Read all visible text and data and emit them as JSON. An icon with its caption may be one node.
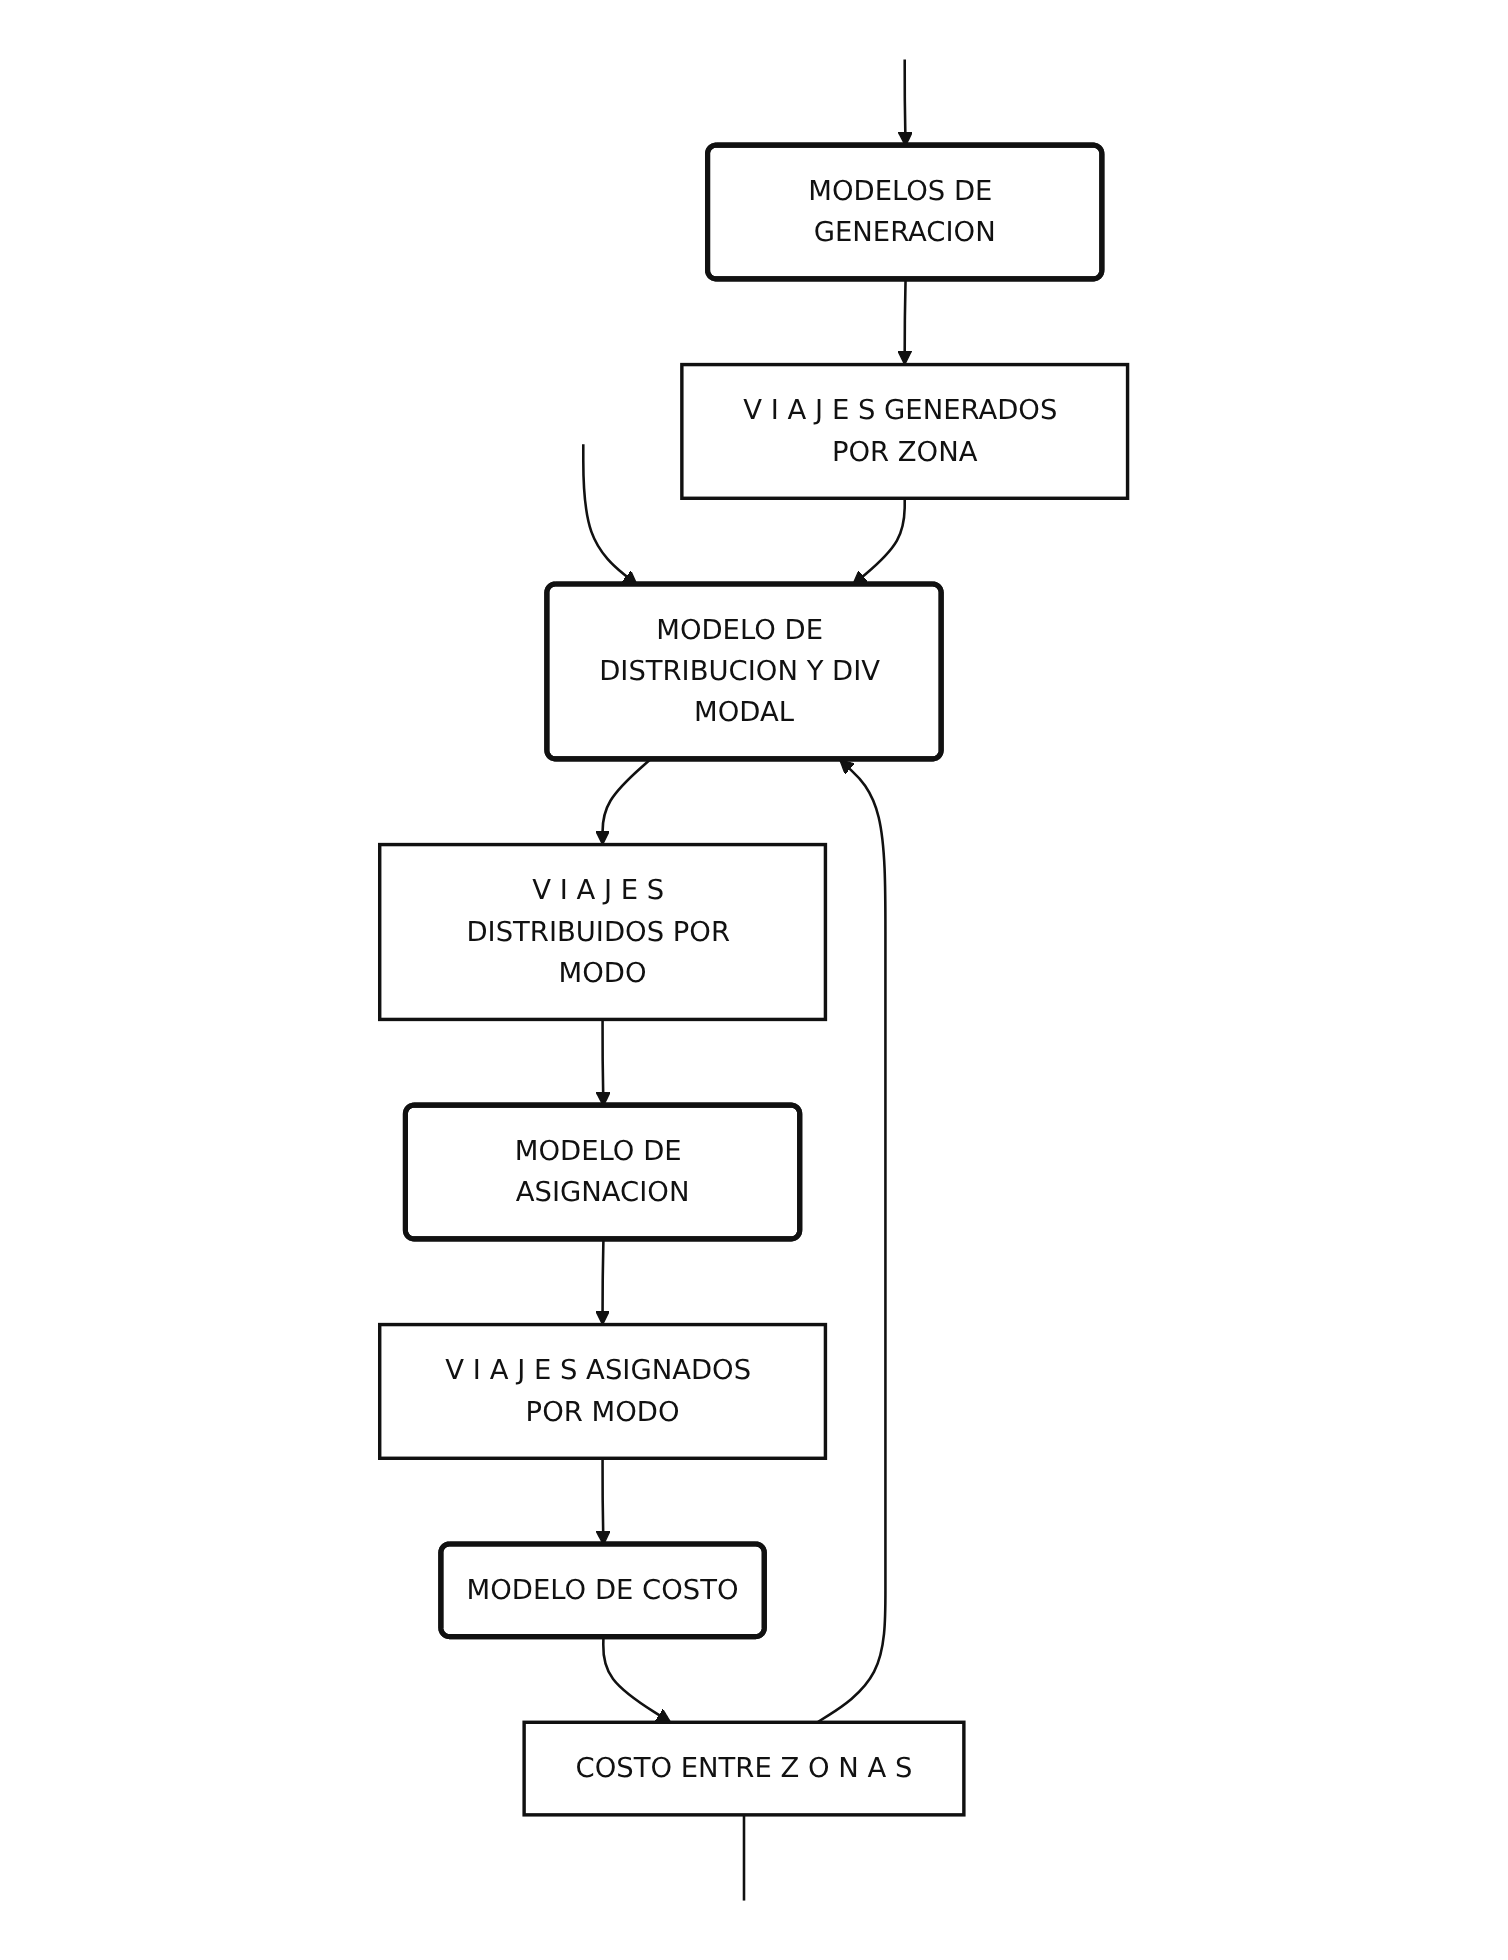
{
  "diagram": {
    "nodes": [
      {
        "text": [
          "MODELOS DE GENERACION"
        ]
      },
      {
        "text": [
          "V I A J E S GENERADOS POR ZONA"
        ]
      },
      {
        "text": [
          "MODELO DE DISTRIBUCION Y DIV MODAL"
        ]
      },
      {
        "text": [
          "V I A J E S DISTRIBUIDOS POR MODO"
        ]
      },
      {
        "text": [
          "MODELO DE ASIGNACION"
        ]
      },
      {
        "text": [
          "V I A J E S ASIGNADOS POR MODO"
        ]
      },
      {
        "text": [
          "MODELO DE COSTO"
        ]
      },
      {
        "text": [
          "COSTO ENTRE Z O N A S"
        ]
      }
    ],
    "edges": [
      {
        "from": null,
        "to": 0,
        "arrow": "to"
      },
      {
        "from": 0,
        "to": 1,
        "arrow": "to"
      },
      {
        "from": null,
        "to": 2,
        "arrow": "to"
      },
      {
        "from": 1,
        "to": 2,
        "arrow": "to"
      },
      {
        "from": 2,
        "to": 3,
        "arrow": "to"
      },
      {
        "from": 3,
        "to": 4,
        "arrow": "to"
      },
      {
        "from": 4,
        "to": 5,
        "arrow": "to"
      },
      {
        "from": 5,
        "to": 6,
        "arrow": "to"
      },
      {
        "from": 6,
        "to": 7,
        "arrow": "to"
      },
      {
        "from": 7,
        "to": 2,
        "arrow": "to"
      },
      {
        "from": 7,
        "to": null,
        "arrow": "none"
      }
    ]
  }
}
